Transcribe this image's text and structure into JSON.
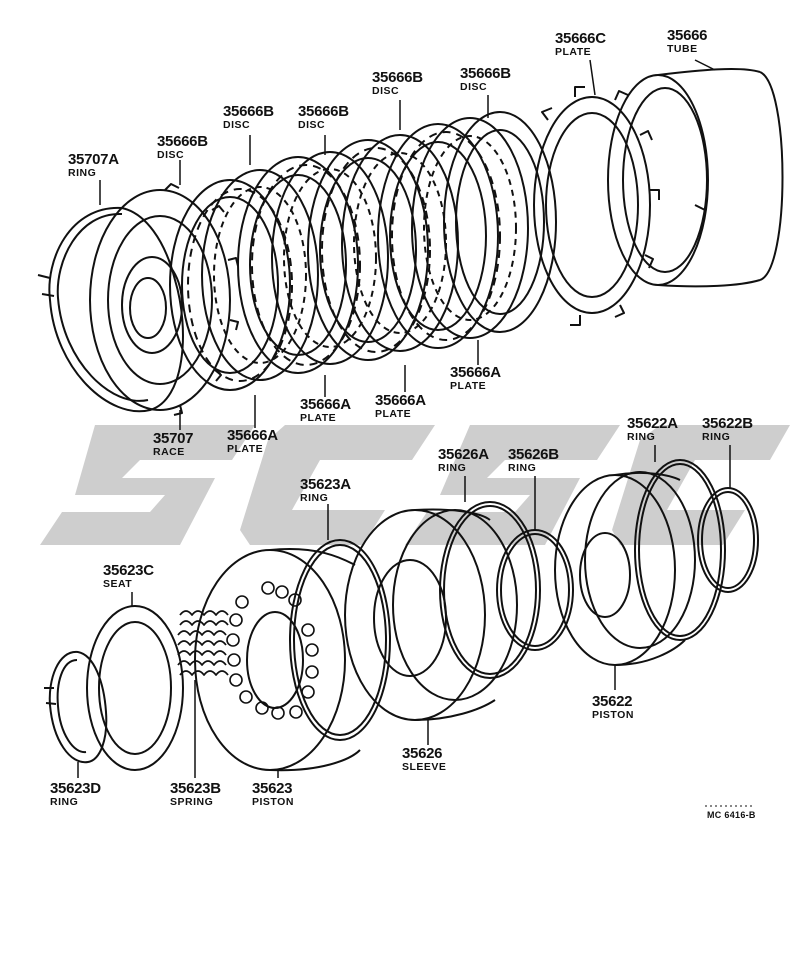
{
  "diagram": {
    "watermark": "SCSC",
    "drawing_code": "MC 6416-B",
    "colors": {
      "line": "#111111",
      "watermark": "#c9c9c9",
      "background": "#ffffff"
    },
    "labels": {
      "l35666_tube": {
        "part": "35666",
        "name": "TUBE"
      },
      "l35666c_plate": {
        "part": "35666C",
        "name": "PLATE"
      },
      "l35666b_d1": {
        "part": "35666B",
        "name": "DISC"
      },
      "l35666b_d2": {
        "part": "35666B",
        "name": "DISC"
      },
      "l35666b_d3": {
        "part": "35666B",
        "name": "DISC"
      },
      "l35666b_d4": {
        "part": "35666B",
        "name": "DISC"
      },
      "l35666b_d5": {
        "part": "35666B",
        "name": "DISC"
      },
      "l35707a_ring": {
        "part": "35707A",
        "name": "RING"
      },
      "l35666a_p1": {
        "part": "35666A",
        "name": "PLATE"
      },
      "l35666a_p2": {
        "part": "35666A",
        "name": "PLATE"
      },
      "l35666a_p3": {
        "part": "35666A",
        "name": "PLATE"
      },
      "l35666a_p4": {
        "part": "35666A",
        "name": "PLATE"
      },
      "l35707_race": {
        "part": "35707",
        "name": "RACE"
      },
      "l35622a_ring": {
        "part": "35622A",
        "name": "RING"
      },
      "l35622b_ring": {
        "part": "35622B",
        "name": "RING"
      },
      "l35626a_ring": {
        "part": "35626A",
        "name": "RING"
      },
      "l35626b_ring": {
        "part": "35626B",
        "name": "RING"
      },
      "l35623a_ring": {
        "part": "35623A",
        "name": "RING"
      },
      "l35623c_seat": {
        "part": "35623C",
        "name": "SEAT"
      },
      "l35622_piston": {
        "part": "35622",
        "name": "PISTON"
      },
      "l35626_sleeve": {
        "part": "35626",
        "name": "SLEEVE"
      },
      "l35623d_ring": {
        "part": "35623D",
        "name": "RING"
      },
      "l35623b_spring": {
        "part": "35623B",
        "name": "SPRING"
      },
      "l35623_piston": {
        "part": "35623",
        "name": "PISTON"
      }
    }
  }
}
